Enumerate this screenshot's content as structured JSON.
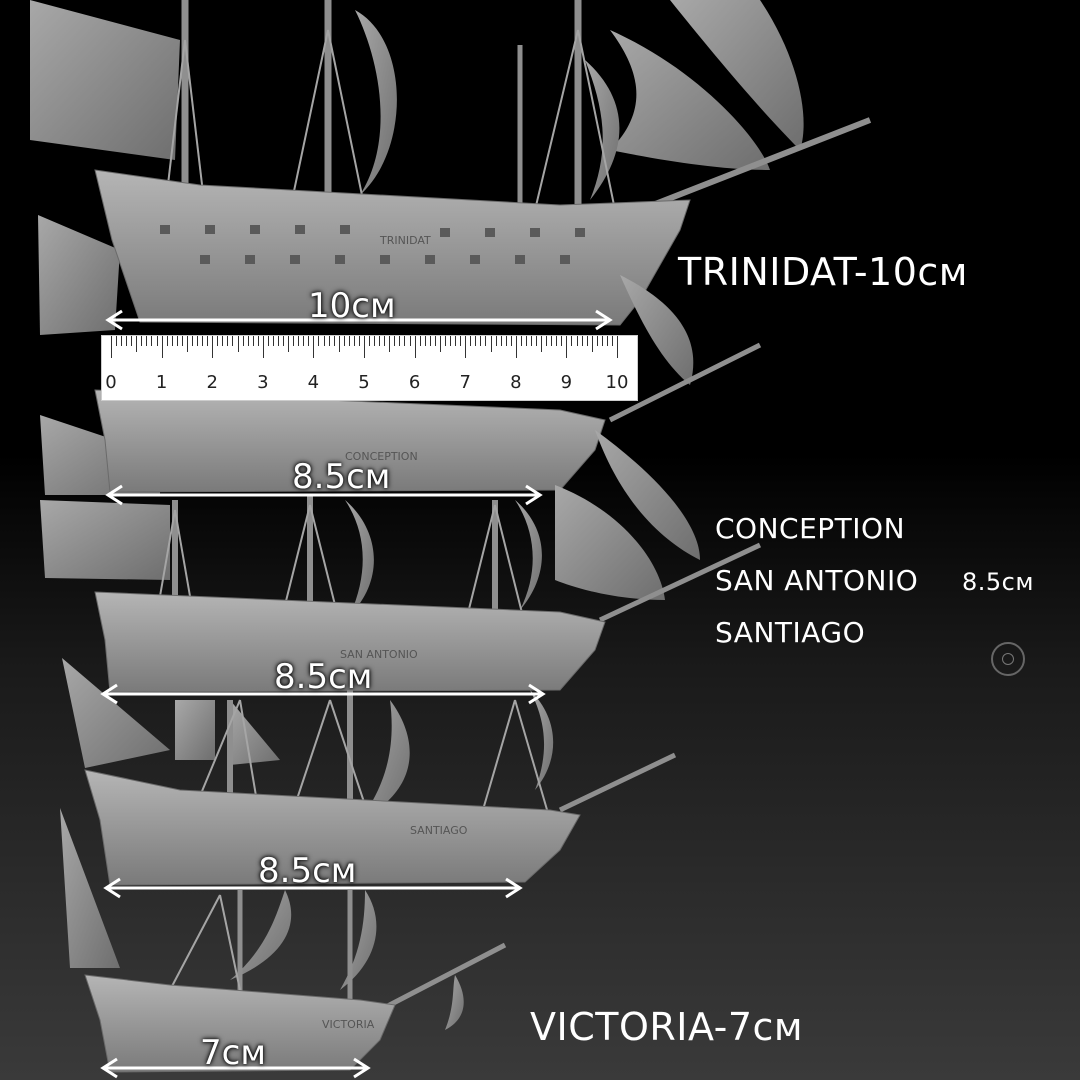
{
  "labels": {
    "trinidat": "TRINIDAT-10см",
    "group_names": [
      "CONCEPTION",
      "SAN ANTONIO",
      "SANTIAGO"
    ],
    "group_size": "8.5см",
    "victoria": "VICTORIA-7см"
  },
  "dimensions": {
    "trinidat": "10см",
    "conception": "8.5см",
    "san_antonio": "8.5см",
    "santiago": "8.5см",
    "victoria": "7см"
  },
  "hull_names": {
    "trinidat": "TRINIDAT",
    "conception": "CONCEPTION",
    "san_antonio": "SAN ANTONIO",
    "santiago": "SANTIAGO",
    "victoria": "VICTORIA"
  },
  "ruler": {
    "numbers": [
      "0",
      "1",
      "2",
      "3",
      "4",
      "5",
      "6",
      "7",
      "8",
      "9",
      "10"
    ]
  },
  "colors": {
    "background": "#000000",
    "model": "#9a9a9a",
    "text": "#ffffff"
  }
}
